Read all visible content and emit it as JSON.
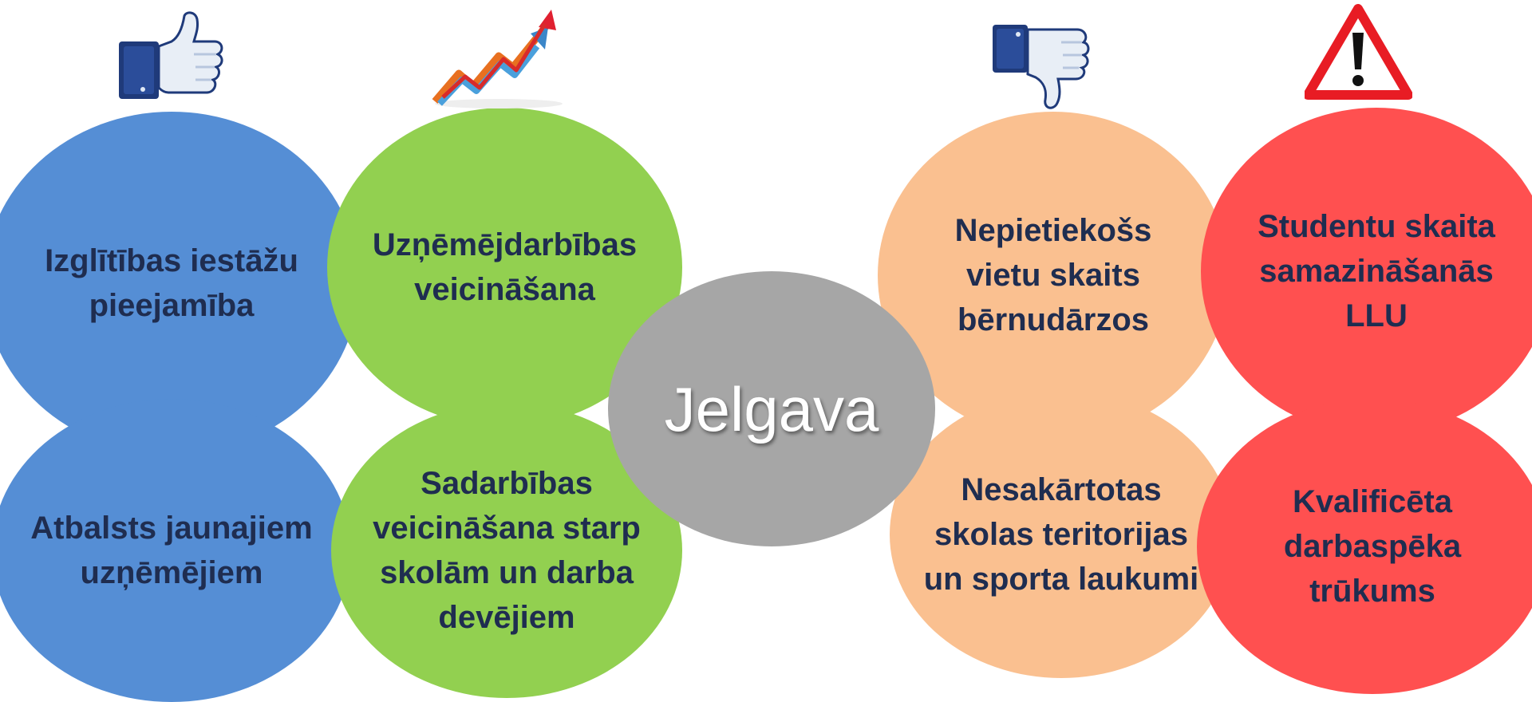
{
  "center": {
    "label": "Jelgava"
  },
  "strengths": [
    {
      "label": "Izglītības iestāžu\npieejamība"
    },
    {
      "label": "Atbalsts jaunajiem\nuzņēmējiem"
    }
  ],
  "opportunities": [
    {
      "label": "Uzņēmējdarbības\nveicināšana"
    },
    {
      "label": "Sadarbības\nveicināšana starp\nskolām un darba\ndevējiem"
    }
  ],
  "weaknesses": [
    {
      "label": "Nepietiekošs\nvietu skaits\nbērnudārzos"
    },
    {
      "label": "Nesakārtotas\nskolas teritorijas\nun sporta laukumi"
    }
  ],
  "threats": [
    {
      "label": "Studentu skaita\nsamazināšanās\nLLU"
    },
    {
      "label": "Kvalificēta\ndarbaspēka\ntrūkums"
    }
  ],
  "icons": {
    "strengths": "thumbs-up-icon",
    "opportunities": "growth-arrow-icon",
    "weaknesses": "thumbs-down-icon",
    "threats": "warning-icon"
  },
  "colors": {
    "strengths": "#558ed5",
    "opportunities": "#92d050",
    "weaknesses": "#fac090",
    "threats": "#ff5050",
    "center": "#a6a6a6",
    "text": "#1f2d50"
  }
}
